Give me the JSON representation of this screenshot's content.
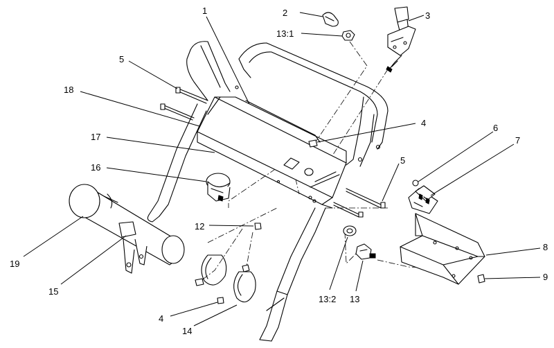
{
  "callouts": [
    {
      "id": "c1",
      "text": "1"
    },
    {
      "id": "c2",
      "text": "2"
    },
    {
      "id": "c3",
      "text": "3"
    },
    {
      "id": "c13a",
      "text": "13:1"
    },
    {
      "id": "c5a",
      "text": "5"
    },
    {
      "id": "c18",
      "text": "18"
    },
    {
      "id": "c17",
      "text": "17"
    },
    {
      "id": "c16",
      "text": "16"
    },
    {
      "id": "c4a",
      "text": "4"
    },
    {
      "id": "c6",
      "text": "6"
    },
    {
      "id": "c7",
      "text": "7"
    },
    {
      "id": "c5b",
      "text": "5"
    },
    {
      "id": "c12",
      "text": "12"
    },
    {
      "id": "c8",
      "text": "8"
    },
    {
      "id": "c9",
      "text": "9"
    },
    {
      "id": "c19",
      "text": "19"
    },
    {
      "id": "c15",
      "text": "15"
    },
    {
      "id": "c13b",
      "text": "13:2"
    },
    {
      "id": "c13c",
      "text": "13"
    },
    {
      "id": "c4b",
      "text": "4"
    },
    {
      "id": "c14",
      "text": "14"
    }
  ]
}
